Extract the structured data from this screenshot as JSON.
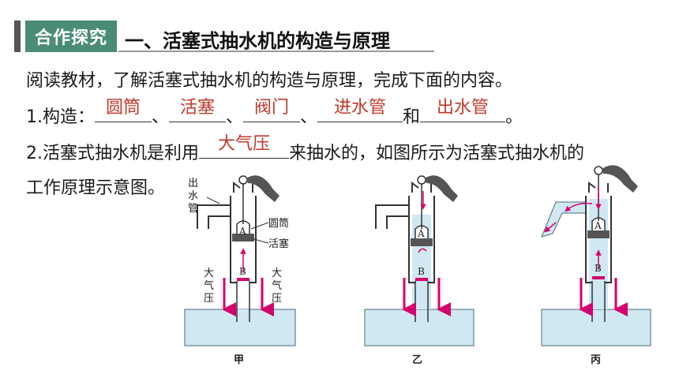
{
  "header": {
    "tag": "合作探究",
    "title": "一、活塞式抽水机的构造与原理"
  },
  "intro": "阅读教材，了解活塞式抽水机的构造与原理，完成下面的内容。",
  "structure": {
    "prefix": "1.构造：",
    "sep1": "、",
    "sep2": "、",
    "sep3": "、",
    "sep_and": "和",
    "end": "。",
    "answers": [
      "圆筒",
      "活塞",
      "阀门",
      "进水管",
      "出水管"
    ]
  },
  "principle": {
    "prefix": "2.活塞式抽水机是利用",
    "answer": "大气压",
    "suffix": "来抽水的，如图所示为活塞式抽水机的",
    "line2": "工作原理示意图。"
  },
  "figure": {
    "labels": {
      "outlet": [
        "出",
        "水",
        "管"
      ],
      "cylinder": "圆筒",
      "piston": "活塞",
      "valve_a": "A",
      "valve_b": "B",
      "atm": [
        "大",
        "气",
        "压"
      ]
    },
    "captions": [
      "甲",
      "乙",
      "丙"
    ]
  },
  "colors": {
    "accent": "#4a8c74",
    "answer": "#c0392b",
    "water": "#cfe8f2",
    "arrow": "#d4006e"
  }
}
